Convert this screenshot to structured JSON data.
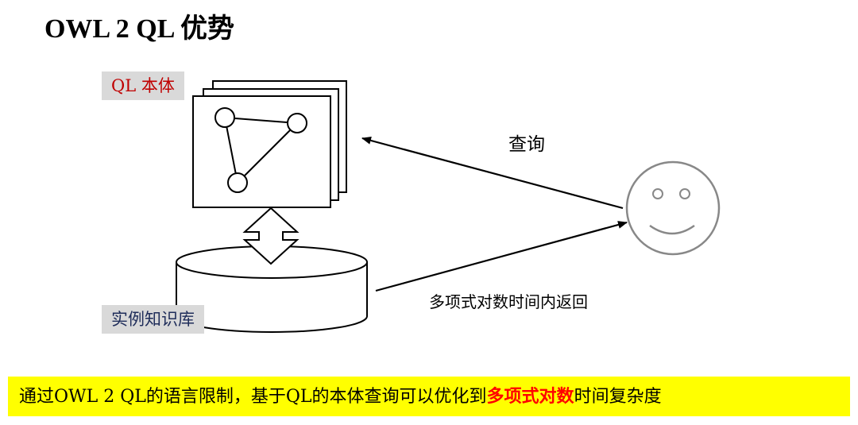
{
  "title": "OWL 2 QL 优势",
  "ontology_label": "QL 本体",
  "knowledge_base_label": "实例知识库",
  "query_label": "查询",
  "return_label": "多项式对数时间内返回",
  "banner": {
    "prefix": "通过OWL 2 QL的语言限制，基于QL的本体查询可以优化到",
    "highlight": "多项式对数",
    "suffix": "时间复杂度"
  },
  "colors": {
    "ontology_label_text": "#c00000",
    "knowledge_base_label_text": "#1f2d5a",
    "label_background": "#d9d9d9",
    "banner_background": "#ffff00",
    "banner_highlight": "#ff0000",
    "smiley_stroke": "#888888"
  }
}
